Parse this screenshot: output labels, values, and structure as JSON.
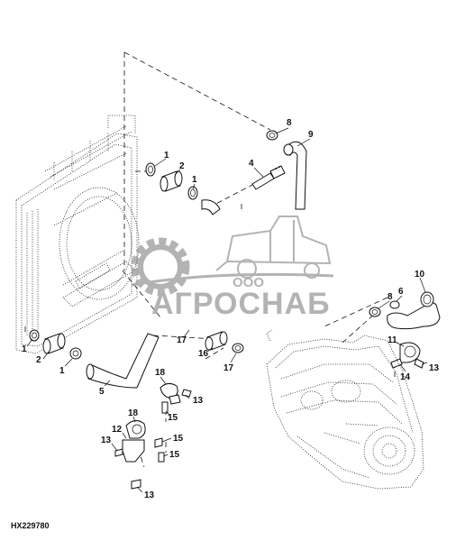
{
  "figure_id": "HX229780",
  "watermark": {
    "company_prefix": "ООО",
    "company_name": "АГРОСНАБ"
  },
  "callouts": [
    {
      "id": "c1a",
      "label": "1"
    },
    {
      "id": "c2a",
      "label": "2"
    },
    {
      "id": "c1b",
      "label": "1"
    },
    {
      "id": "c4",
      "label": "4"
    },
    {
      "id": "c8a",
      "label": "8"
    },
    {
      "id": "c9",
      "label": "9"
    },
    {
      "id": "c10",
      "label": "10"
    },
    {
      "id": "c8b",
      "label": "8"
    },
    {
      "id": "c6",
      "label": "6"
    },
    {
      "id": "c1c",
      "label": "1"
    },
    {
      "id": "c2b",
      "label": "2"
    },
    {
      "id": "c1d",
      "label": "1"
    },
    {
      "id": "c5",
      "label": "5"
    },
    {
      "id": "c17a",
      "label": "17"
    },
    {
      "id": "c16",
      "label": "16"
    },
    {
      "id": "c17b",
      "label": "17"
    },
    {
      "id": "c11",
      "label": "11"
    },
    {
      "id": "c14",
      "label": "14"
    },
    {
      "id": "c13a",
      "label": "13"
    },
    {
      "id": "c18a",
      "label": "18"
    },
    {
      "id": "c13b",
      "label": "13"
    },
    {
      "id": "c15a",
      "label": "15"
    },
    {
      "id": "c18b",
      "label": "18"
    },
    {
      "id": "c12",
      "label": "12"
    },
    {
      "id": "c13c",
      "label": "13"
    },
    {
      "id": "c15b",
      "label": "15"
    },
    {
      "id": "c15c",
      "label": "15"
    },
    {
      "id": "c13d",
      "label": "13"
    }
  ]
}
